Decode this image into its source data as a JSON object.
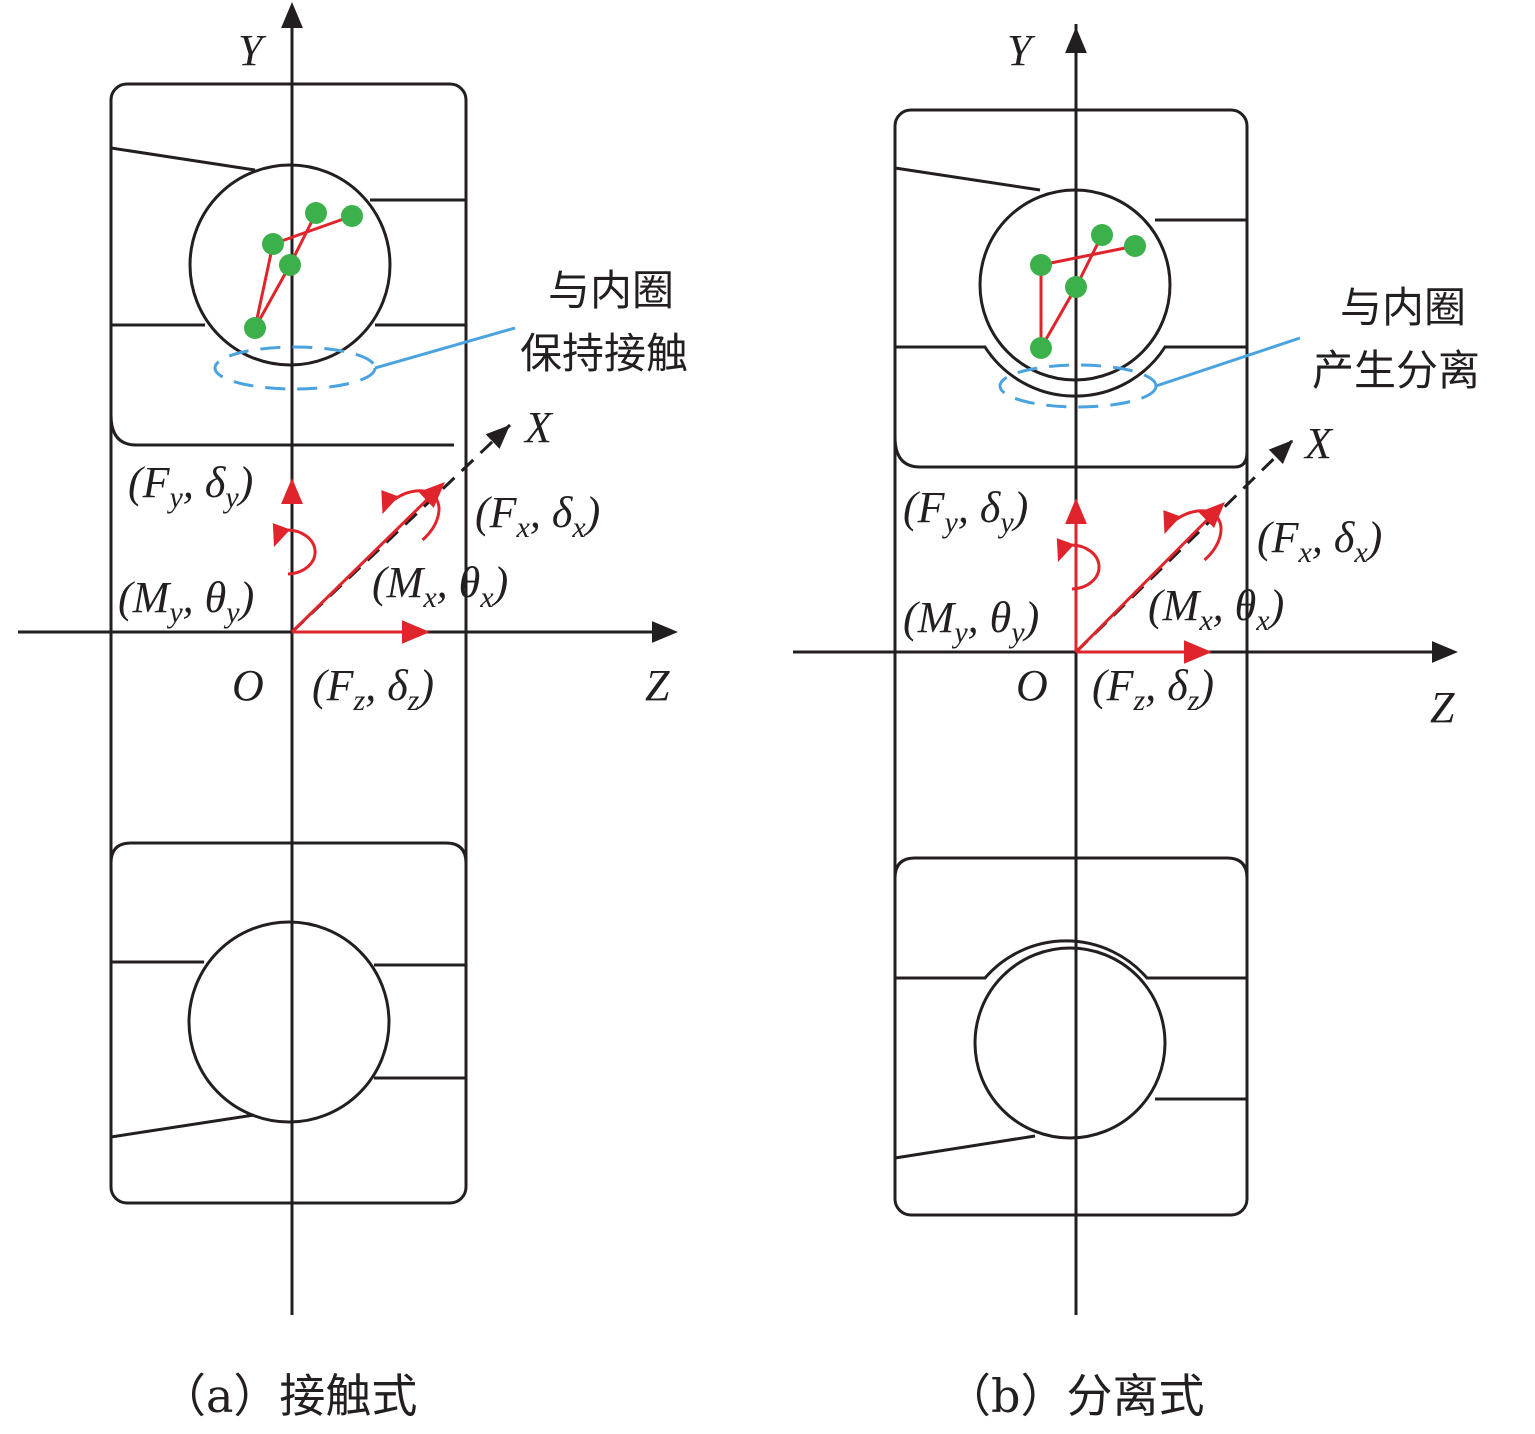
{
  "colors": {
    "line": "#231f20",
    "force": "#e0242b",
    "node": "#3cb04a",
    "callout": "#4aa3df"
  },
  "panels": [
    {
      "caption": "（a）接触式",
      "callout": [
        "与内圈",
        "保持接触"
      ],
      "axes": {
        "x": "X",
        "y": "Y",
        "z": "Z",
        "origin": "O"
      },
      "labels": {
        "fy": [
          "(F",
          "y",
          ", δ",
          "y",
          ")"
        ],
        "my": [
          "(M",
          "y",
          ", θ",
          "y",
          ")"
        ],
        "fx": [
          "(F",
          "x",
          ", δ",
          "x",
          ")"
        ],
        "mx": [
          "(M",
          "x",
          ", θ",
          "x",
          ")"
        ],
        "fz": [
          "(F",
          "z",
          ", δ",
          "z",
          ")"
        ]
      }
    },
    {
      "caption": "（b）分离式",
      "callout": [
        "与内圈",
        "产生分离"
      ],
      "axes": {
        "x": "X",
        "y": "Y",
        "z": "Z",
        "origin": "O"
      },
      "labels": {
        "fy": [
          "(F",
          "y",
          ", δ",
          "y",
          ")"
        ],
        "my": [
          "(M",
          "y",
          ", θ",
          "y",
          ")"
        ],
        "fx": [
          "(F",
          "x",
          ", δ",
          "x",
          ")"
        ],
        "mx": [
          "(M",
          "x",
          ", θ",
          "x",
          ")"
        ],
        "fz": [
          "(F",
          "z",
          ", δ",
          "z",
          ")"
        ]
      }
    }
  ]
}
